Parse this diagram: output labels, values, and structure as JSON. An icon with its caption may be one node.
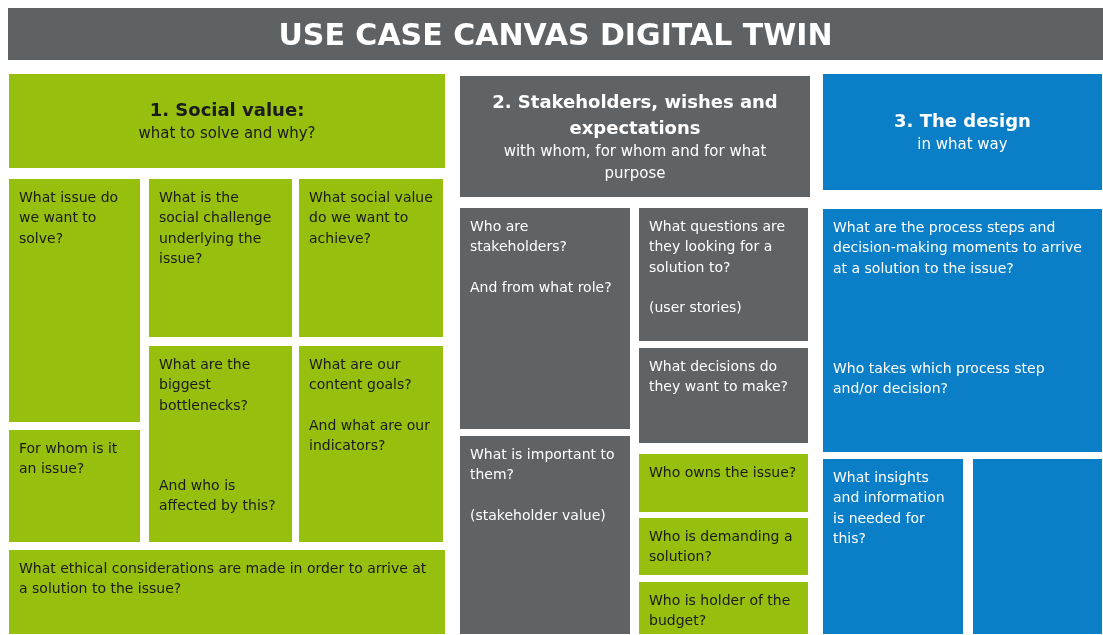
{
  "diagram": {
    "title": "USE CASE CANVAS DIGITAL TWIN",
    "nodes": [
      {
        "text": [
          "1. Social value:",
          "what to solve and why?"
        ]
      },
      {
        "text": [
          "What issue do we want to solve?"
        ]
      },
      {
        "text": [
          "What is the social challenge underlying the issue?"
        ]
      },
      {
        "text": [
          "What social value do we want to achieve?"
        ]
      },
      {
        "text": [
          "For whom is it an issue?"
        ]
      },
      {
        "text": [
          "What are the biggest bottlenecks?",
          "And who is affected by this?"
        ]
      },
      {
        "text": [
          "What are our content goals?",
          "And what are our indicators?"
        ]
      },
      {
        "text": [
          "What ethical considerations are made in order to arrive at a solution to the issue?"
        ]
      },
      {
        "text": [
          "2. Stakeholders, wishes and expectations",
          "with whom, for whom and for what purpose"
        ]
      },
      {
        "text": [
          "Who are stakeholders?",
          "And from what role?"
        ]
      },
      {
        "text": [
          "What questions are they looking for a solution to?",
          "(user stories)"
        ]
      },
      {
        "text": [
          "What decisions do they want to make?"
        ]
      },
      {
        "text": [
          "What is important to them?",
          "(stakeholder value)"
        ]
      },
      {
        "text": [
          "Who owns the issue?"
        ]
      },
      {
        "text": [
          "Who is demanding a solution?"
        ]
      },
      {
        "text": [
          "Who is holder of the budget?"
        ]
      },
      {
        "text": [
          "3. The design",
          "in what way"
        ]
      },
      {
        "text": [
          "What are the process steps and decision-making moments to arrive at a solution to the issue?",
          "Who takes which process step and/or decision?"
        ]
      },
      {
        "text": [
          "What insights and information is needed for this?"
        ]
      },
      {
        "text": [],
        "shape": "box"
      }
    ],
    "edges": []
  }
}
